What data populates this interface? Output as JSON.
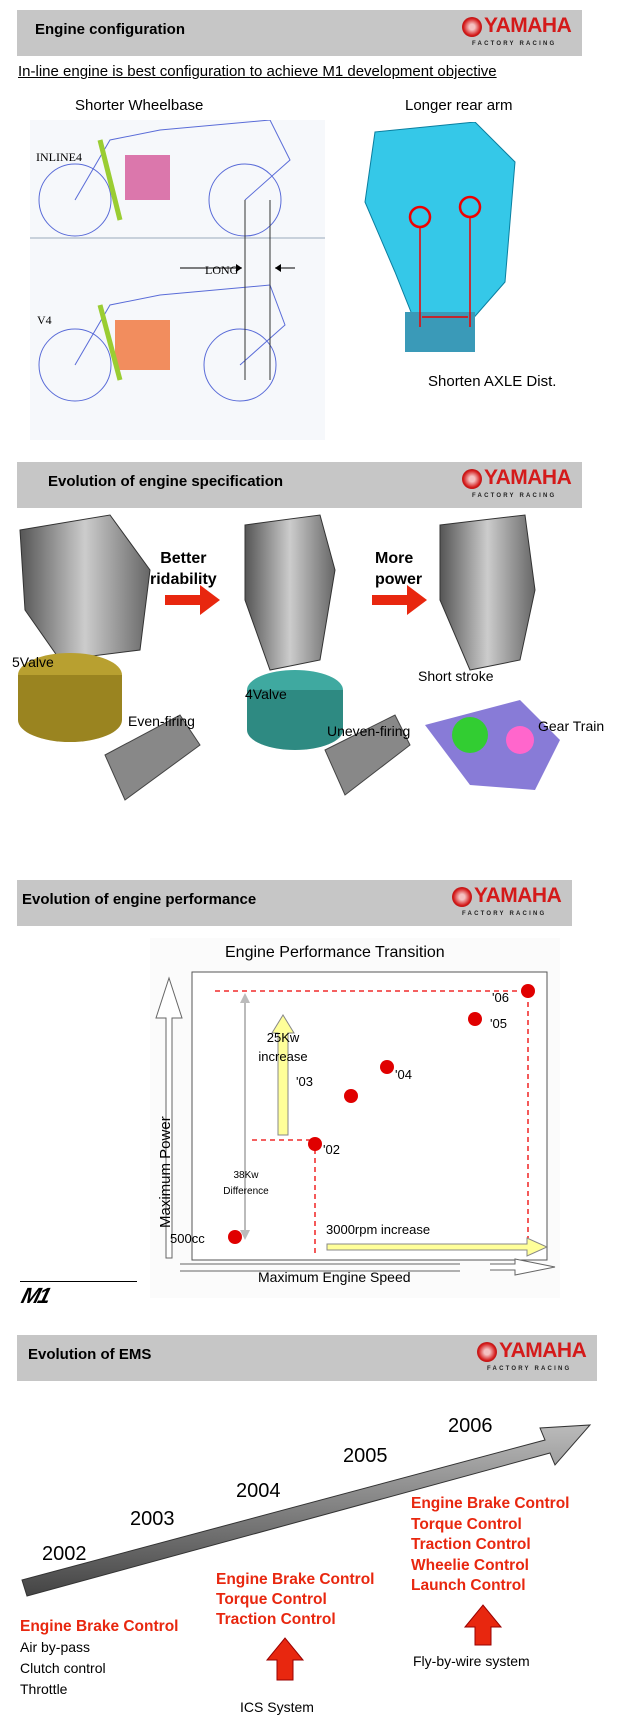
{
  "logo": {
    "brand": "YAMAHA",
    "tagline": "FACTORY RACING"
  },
  "section1": {
    "title": "Engine configuration",
    "subtitle": "In-line engine is best configuration to achieve M1 development objective",
    "left_caption": "Shorter Wheelbase",
    "right_caption": "Longer rear arm",
    "inline4_label": "INLINE4",
    "long_label": "LONG",
    "v4_label": "V4",
    "axle_caption": "Shorten AXLE Dist."
  },
  "section2": {
    "title": "Evolution of engine specification",
    "arrow1_text": [
      "Better",
      "ridability"
    ],
    "arrow2_text": [
      "More",
      "power"
    ],
    "labels": {
      "valve5": "5Valve",
      "valve4": "4Valve",
      "even": "Even-firing",
      "uneven": "Uneven-firing",
      "short_stroke": "Short stroke",
      "gear_train": "Gear Train"
    },
    "arrow_color": "#e8270f"
  },
  "section3": {
    "title": "Evolution of engine performance",
    "m1_logo": "M1"
  },
  "chart_data": {
    "type": "scatter",
    "title": "Engine Performance Transition",
    "xlabel": "Maximum Engine Speed",
    "ylabel": "Maximum Power",
    "points": [
      {
        "label": "500cc"
      },
      {
        "label": "'02"
      },
      {
        "label": "'03"
      },
      {
        "label": "'04"
      },
      {
        "label": "'05"
      },
      {
        "label": "'06"
      }
    ],
    "annotations": {
      "power_increase": [
        "25Kw",
        "increase"
      ],
      "difference": [
        "38Kw",
        "Difference"
      ],
      "rpm_increase": "3000rpm increase"
    },
    "grid": false,
    "point_color": "#e00000"
  },
  "section4": {
    "title": "Evolution of EMS",
    "years": [
      "2002",
      "2003",
      "2004",
      "2005",
      "2006"
    ],
    "col2002": {
      "red": [
        "Engine Brake Control"
      ],
      "black": [
        "Air by-pass",
        "Clutch control",
        "Throttle"
      ]
    },
    "col2004": {
      "red": [
        "Engine Brake Control",
        "Torque Control",
        "Traction Control"
      ],
      "note": "ICS System"
    },
    "col2006": {
      "red": [
        "Engine Brake Control",
        "Torque Control",
        "Traction Control",
        "Wheelie Control",
        "Launch Control"
      ],
      "note": "Fly-by-wire system"
    },
    "highlight_color": "#e8270f"
  }
}
